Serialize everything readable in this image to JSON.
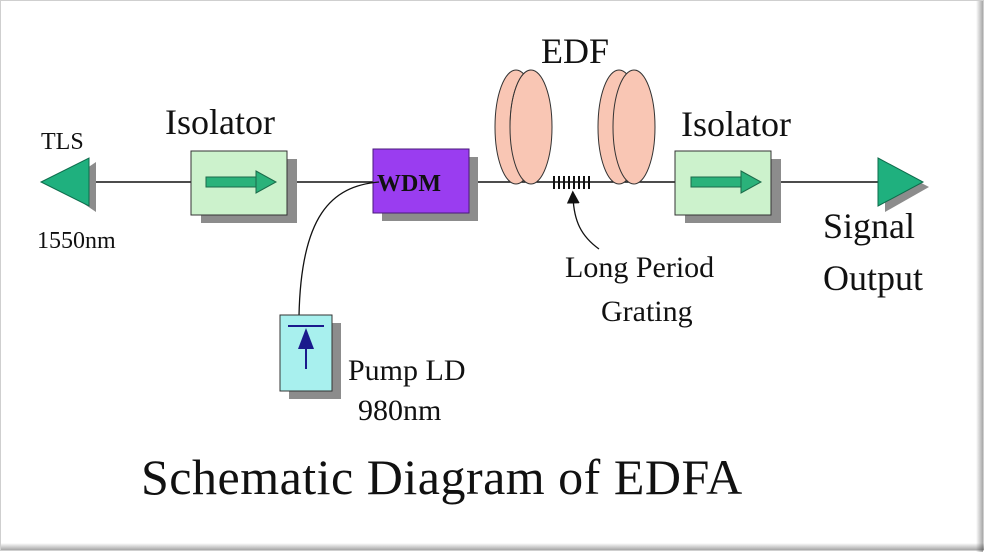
{
  "diagram": {
    "title": "Schematic Diagram of  EDFA",
    "labels": {
      "tls": "TLS",
      "tls_wavelength": "1550nm",
      "isolator_left": "Isolator",
      "wdm": "WDM",
      "edf": "EDF",
      "isolator_right": "Isolator",
      "signal_output_line1": "Signal",
      "signal_output_line2": "Output",
      "grating_line1": "Long Period",
      "grating_line2": "Grating",
      "pump_line1": "Pump LD",
      "pump_line2": "980nm"
    },
    "colors": {
      "isolator_fill": "#ccf2cc",
      "arrow_fill": "#2ab27a",
      "wdm_fill": "#9a3df0",
      "edf_fill": "#f9c6b4",
      "pump_fill": "#a8f0ee",
      "pump_arrow": "#1a1a8c",
      "triangle_fill": "#1fb07e",
      "shadow": "#8c8c8c"
    }
  }
}
